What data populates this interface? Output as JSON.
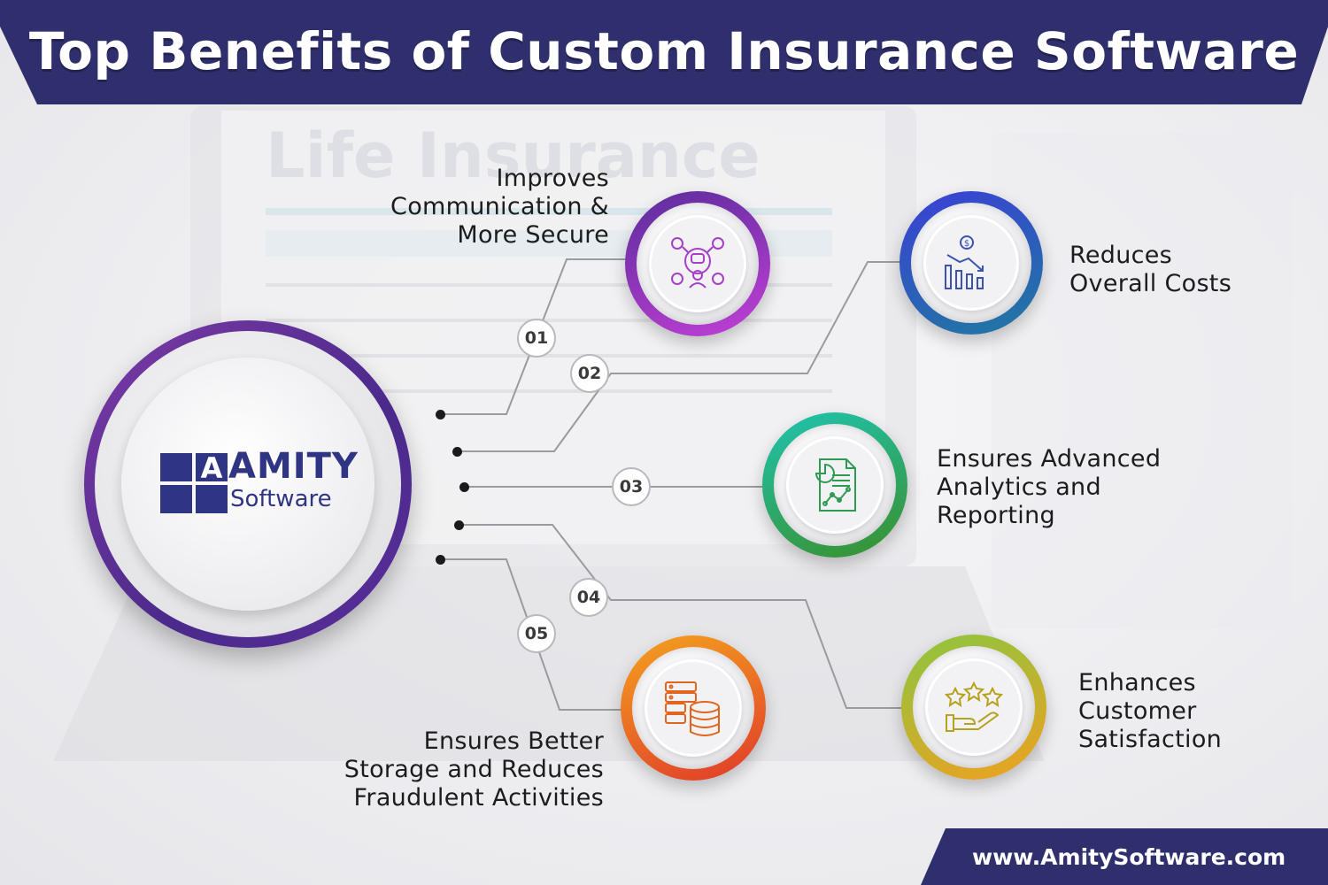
{
  "header": {
    "title": "Top Benefits of Custom Insurance Software"
  },
  "brand": {
    "word": "AMITY",
    "sub": "Software",
    "letter": "A"
  },
  "benefits": [
    {
      "number": "01",
      "lines": [
        "Improves",
        "Communication &",
        "More Secure"
      ],
      "icon": "communication-people-icon",
      "color_start": "#5b2d9c",
      "color_end": "#c23fd6"
    },
    {
      "number": "02",
      "lines": [
        "Reduces",
        "Overall Costs"
      ],
      "icon": "cost-reduction-chart-icon",
      "color_start": "#3b3fd6",
      "color_end": "#1f7aa0"
    },
    {
      "number": "03",
      "lines": [
        "Ensures Advanced",
        "Analytics and",
        "Reporting"
      ],
      "icon": "analytics-report-icon",
      "color_start": "#1fc4b0",
      "color_end": "#3a8f2a"
    },
    {
      "number": "04",
      "lines": [
        "Enhances",
        "Customer",
        "Satisfaction"
      ],
      "icon": "rating-stars-hand-icon",
      "color_start": "#8cc63f",
      "color_end": "#f0a020"
    },
    {
      "number": "05",
      "lines": [
        "Ensures Better",
        "Storage and Reduces",
        "Fraudulent Activities"
      ],
      "icon": "storage-database-icon",
      "color_start": "#f4a21e",
      "color_end": "#e03a2a"
    }
  ],
  "footer": {
    "url": "www.AmitySoftware.com"
  },
  "colors": {
    "header": "#2f2f6e",
    "brand": "#2f3483",
    "connector": "#9a9a9f"
  }
}
